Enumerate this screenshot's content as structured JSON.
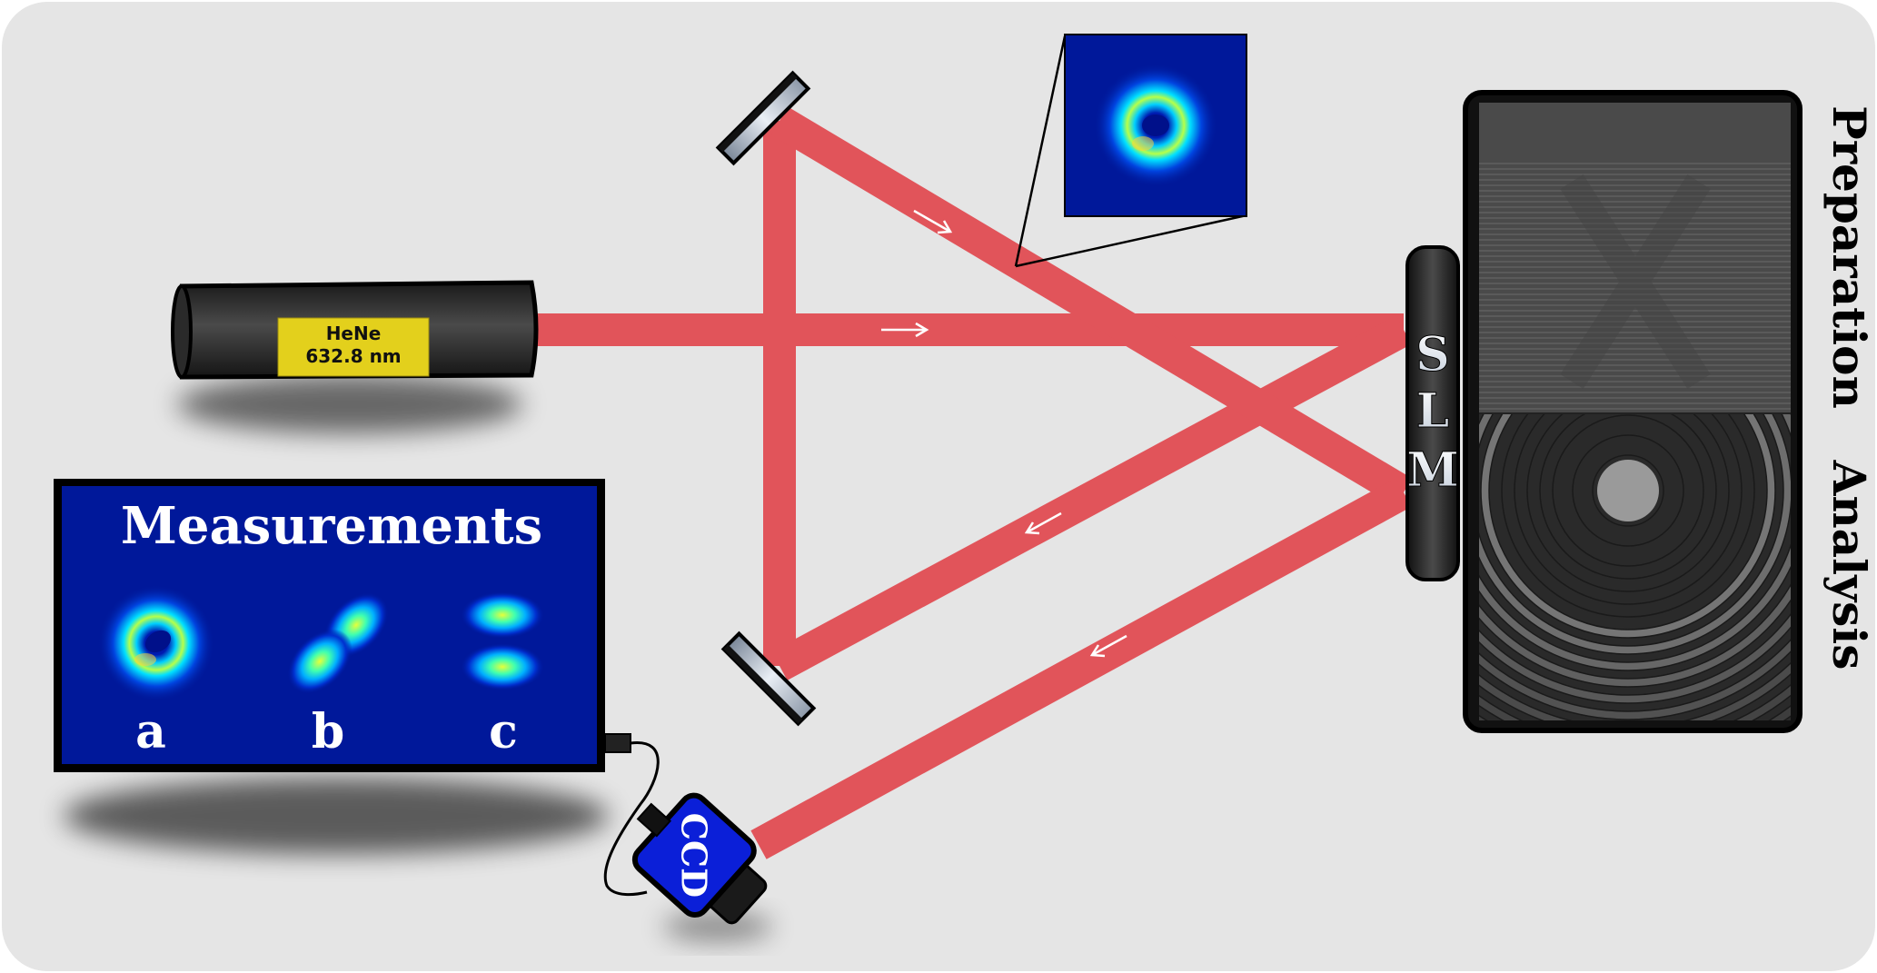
{
  "laser": {
    "name": "HeNe",
    "wavelength": "632.8 nm"
  },
  "monitor": {
    "title": "Measurements",
    "labels": [
      "a",
      "b",
      "c"
    ]
  },
  "slm": {
    "letters": [
      "S",
      "L",
      "M"
    ]
  },
  "hologram": {
    "top_label": "Preparation",
    "bottom_label": "Analysis"
  },
  "camera": {
    "label": "CCD"
  },
  "colors": {
    "beam": "#e0242c",
    "background": "#e5e5e5",
    "monitor_screen": "#00189a",
    "laser_label": "#e3d01c",
    "camera_body": "#0b1fd8"
  }
}
